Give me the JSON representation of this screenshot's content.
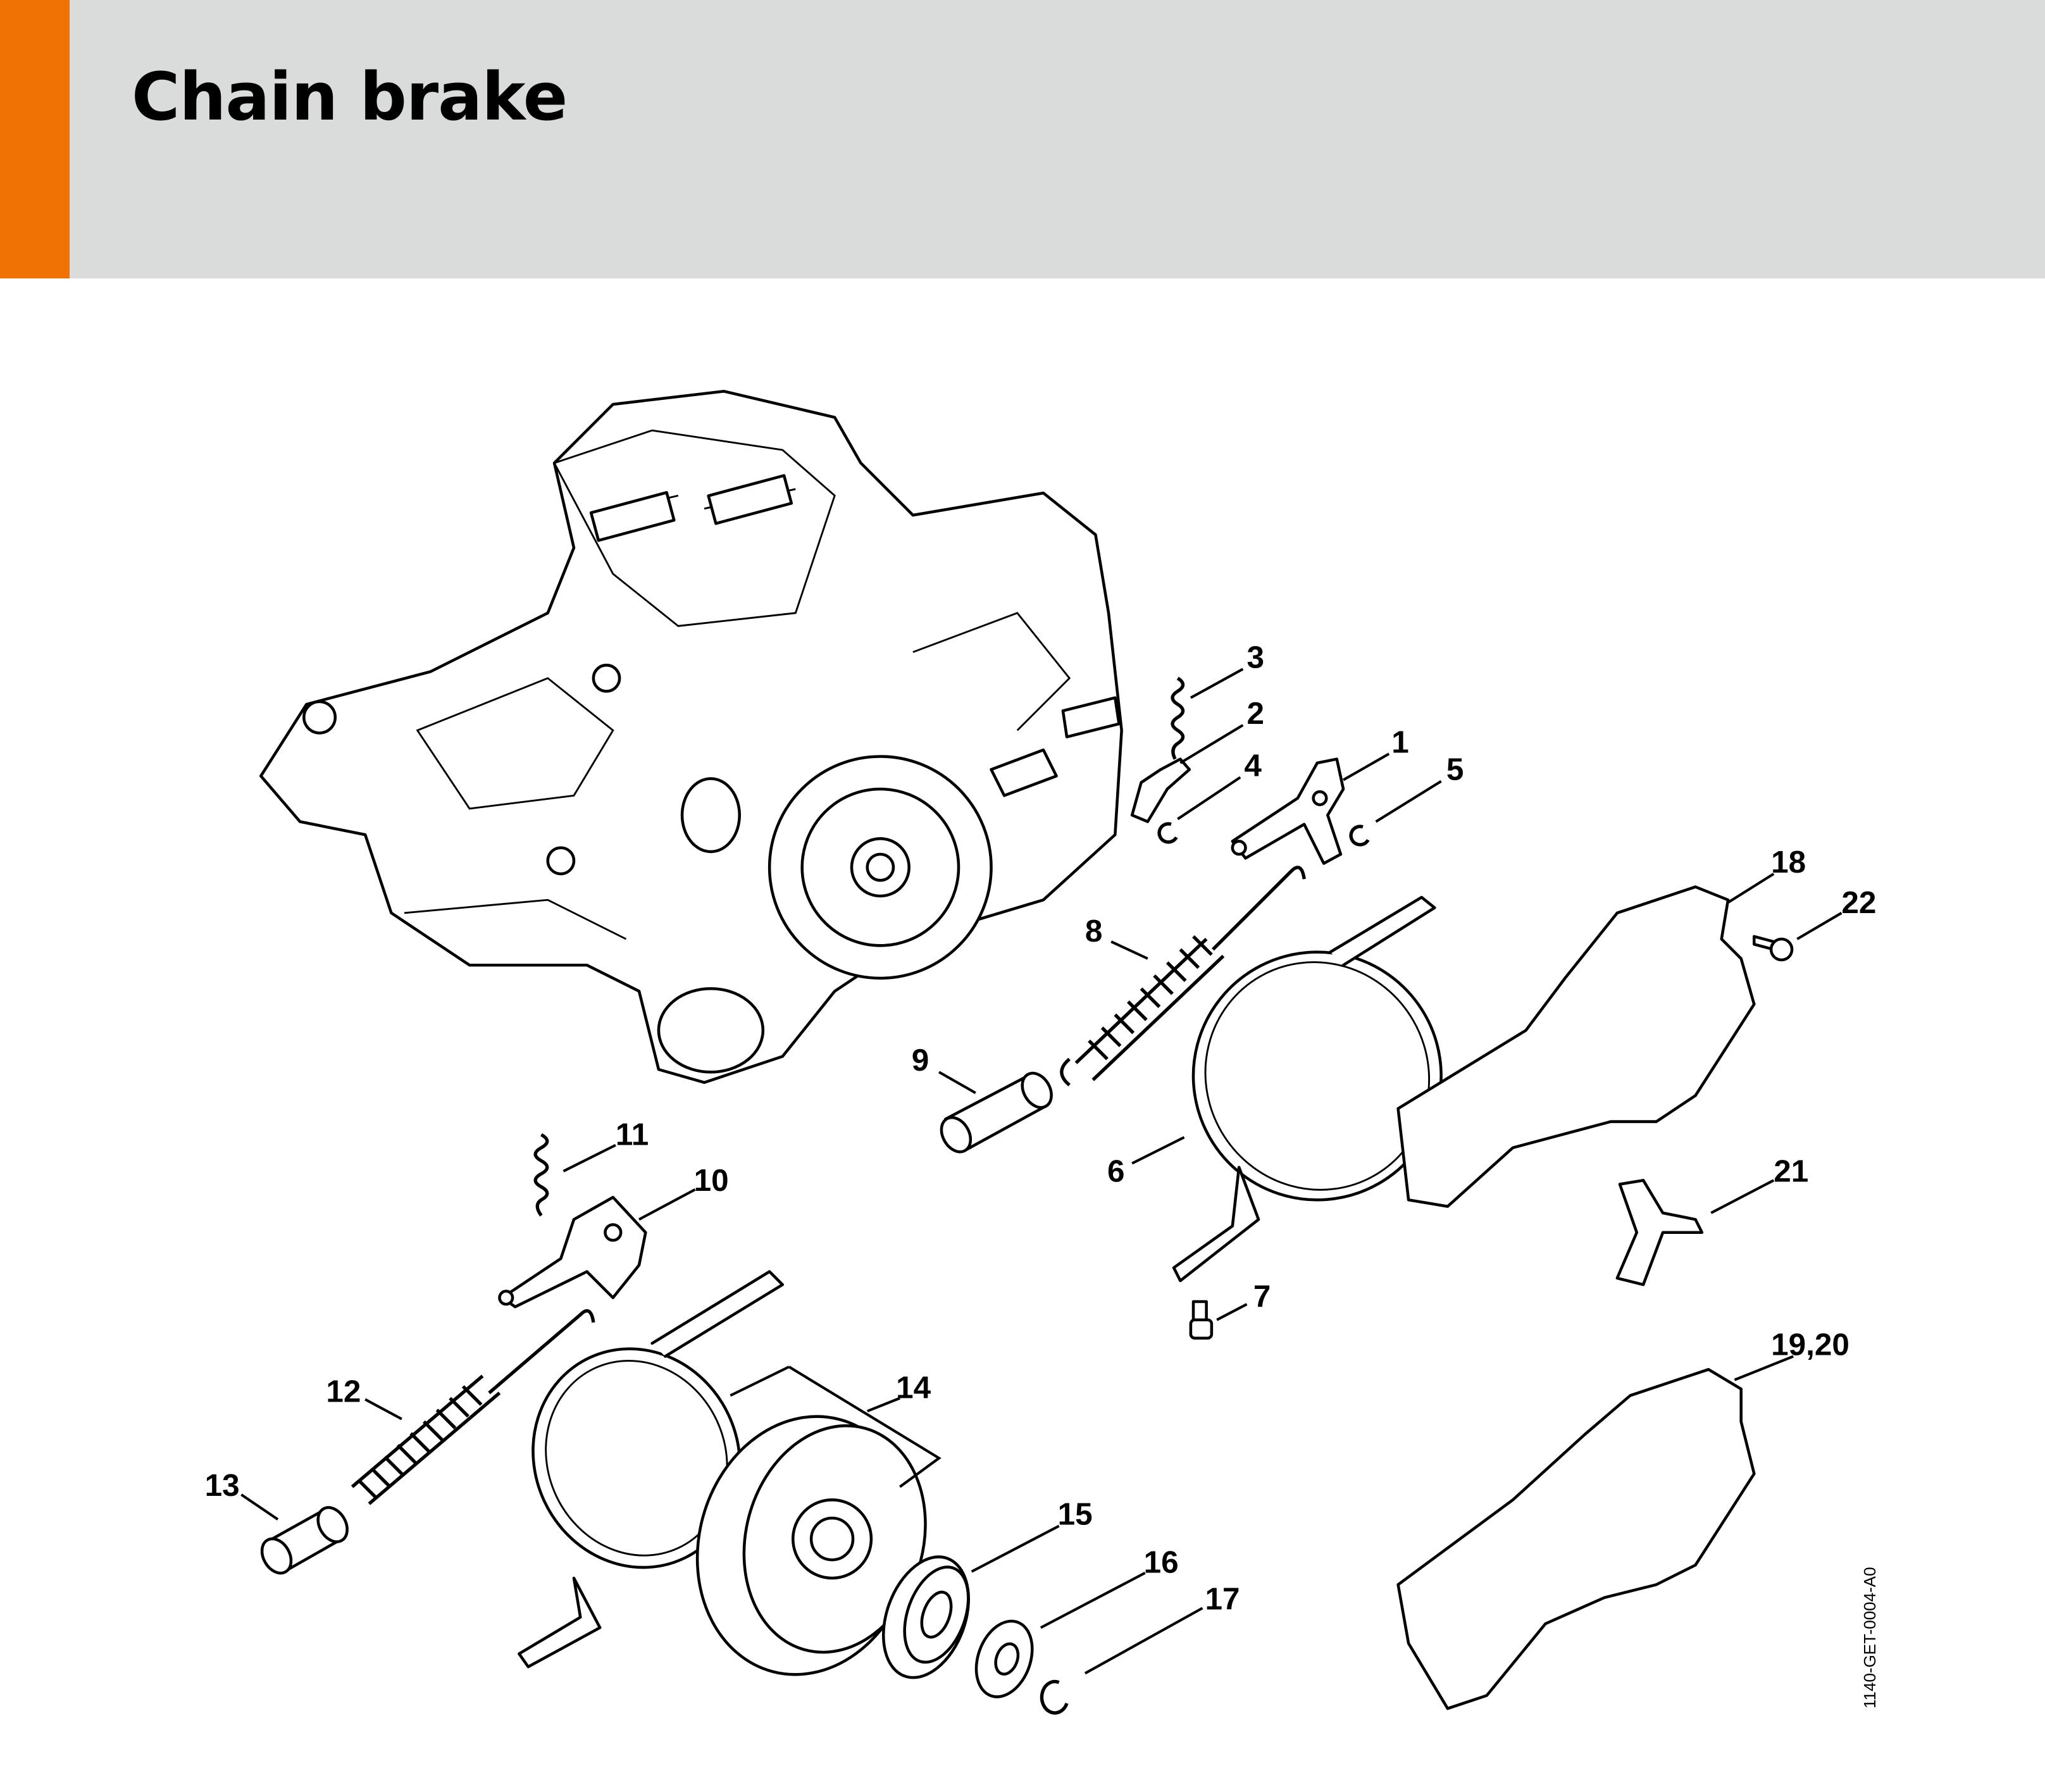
{
  "header": {
    "title": "Chain brake",
    "accent_color": "#ef7203",
    "background_color": "#dadbdb"
  },
  "diagram": {
    "drawing_number": "1140-GET-0004-A0",
    "part_labels": [
      "1",
      "2",
      "3",
      "4",
      "5",
      "6",
      "7",
      "8",
      "9",
      "10",
      "11",
      "12",
      "13",
      "14",
      "15",
      "16",
      "17",
      "18",
      "19,20",
      "21",
      "22"
    ]
  }
}
